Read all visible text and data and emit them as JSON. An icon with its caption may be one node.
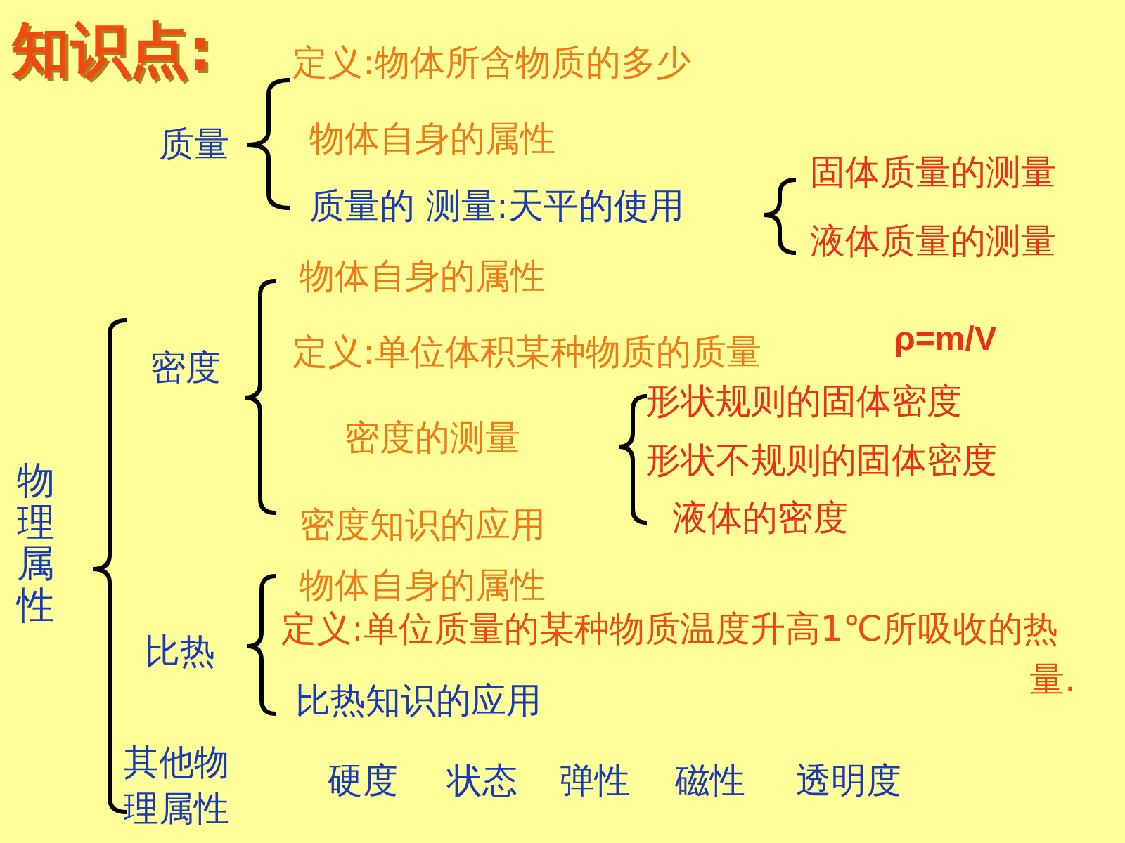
{
  "diagram": {
    "title": "知识点:",
    "labels": [
      "定义:物体所含物质的多少",
      "质量",
      "物体自身的属性",
      "质量的 测量:天平的使用",
      "固体质量的测量",
      "液体质量的测量",
      "物体自身的属性",
      "密度",
      "定义:单位体积某种物质的质量",
      "ρ=m/V",
      "密度的测量",
      "形状规则的固体密度",
      "形状不规则的固体密度",
      "液体的密度",
      "物理属性",
      "密度知识的应用",
      "物体自身的属性",
      "比热",
      "定义:单位质量的某种物质温度升高1℃所吸收的热量.",
      "比热知识的应用",
      "其他物理属性",
      "硬度",
      "状态",
      "弹性",
      "磁性",
      "透明度"
    ]
  }
}
